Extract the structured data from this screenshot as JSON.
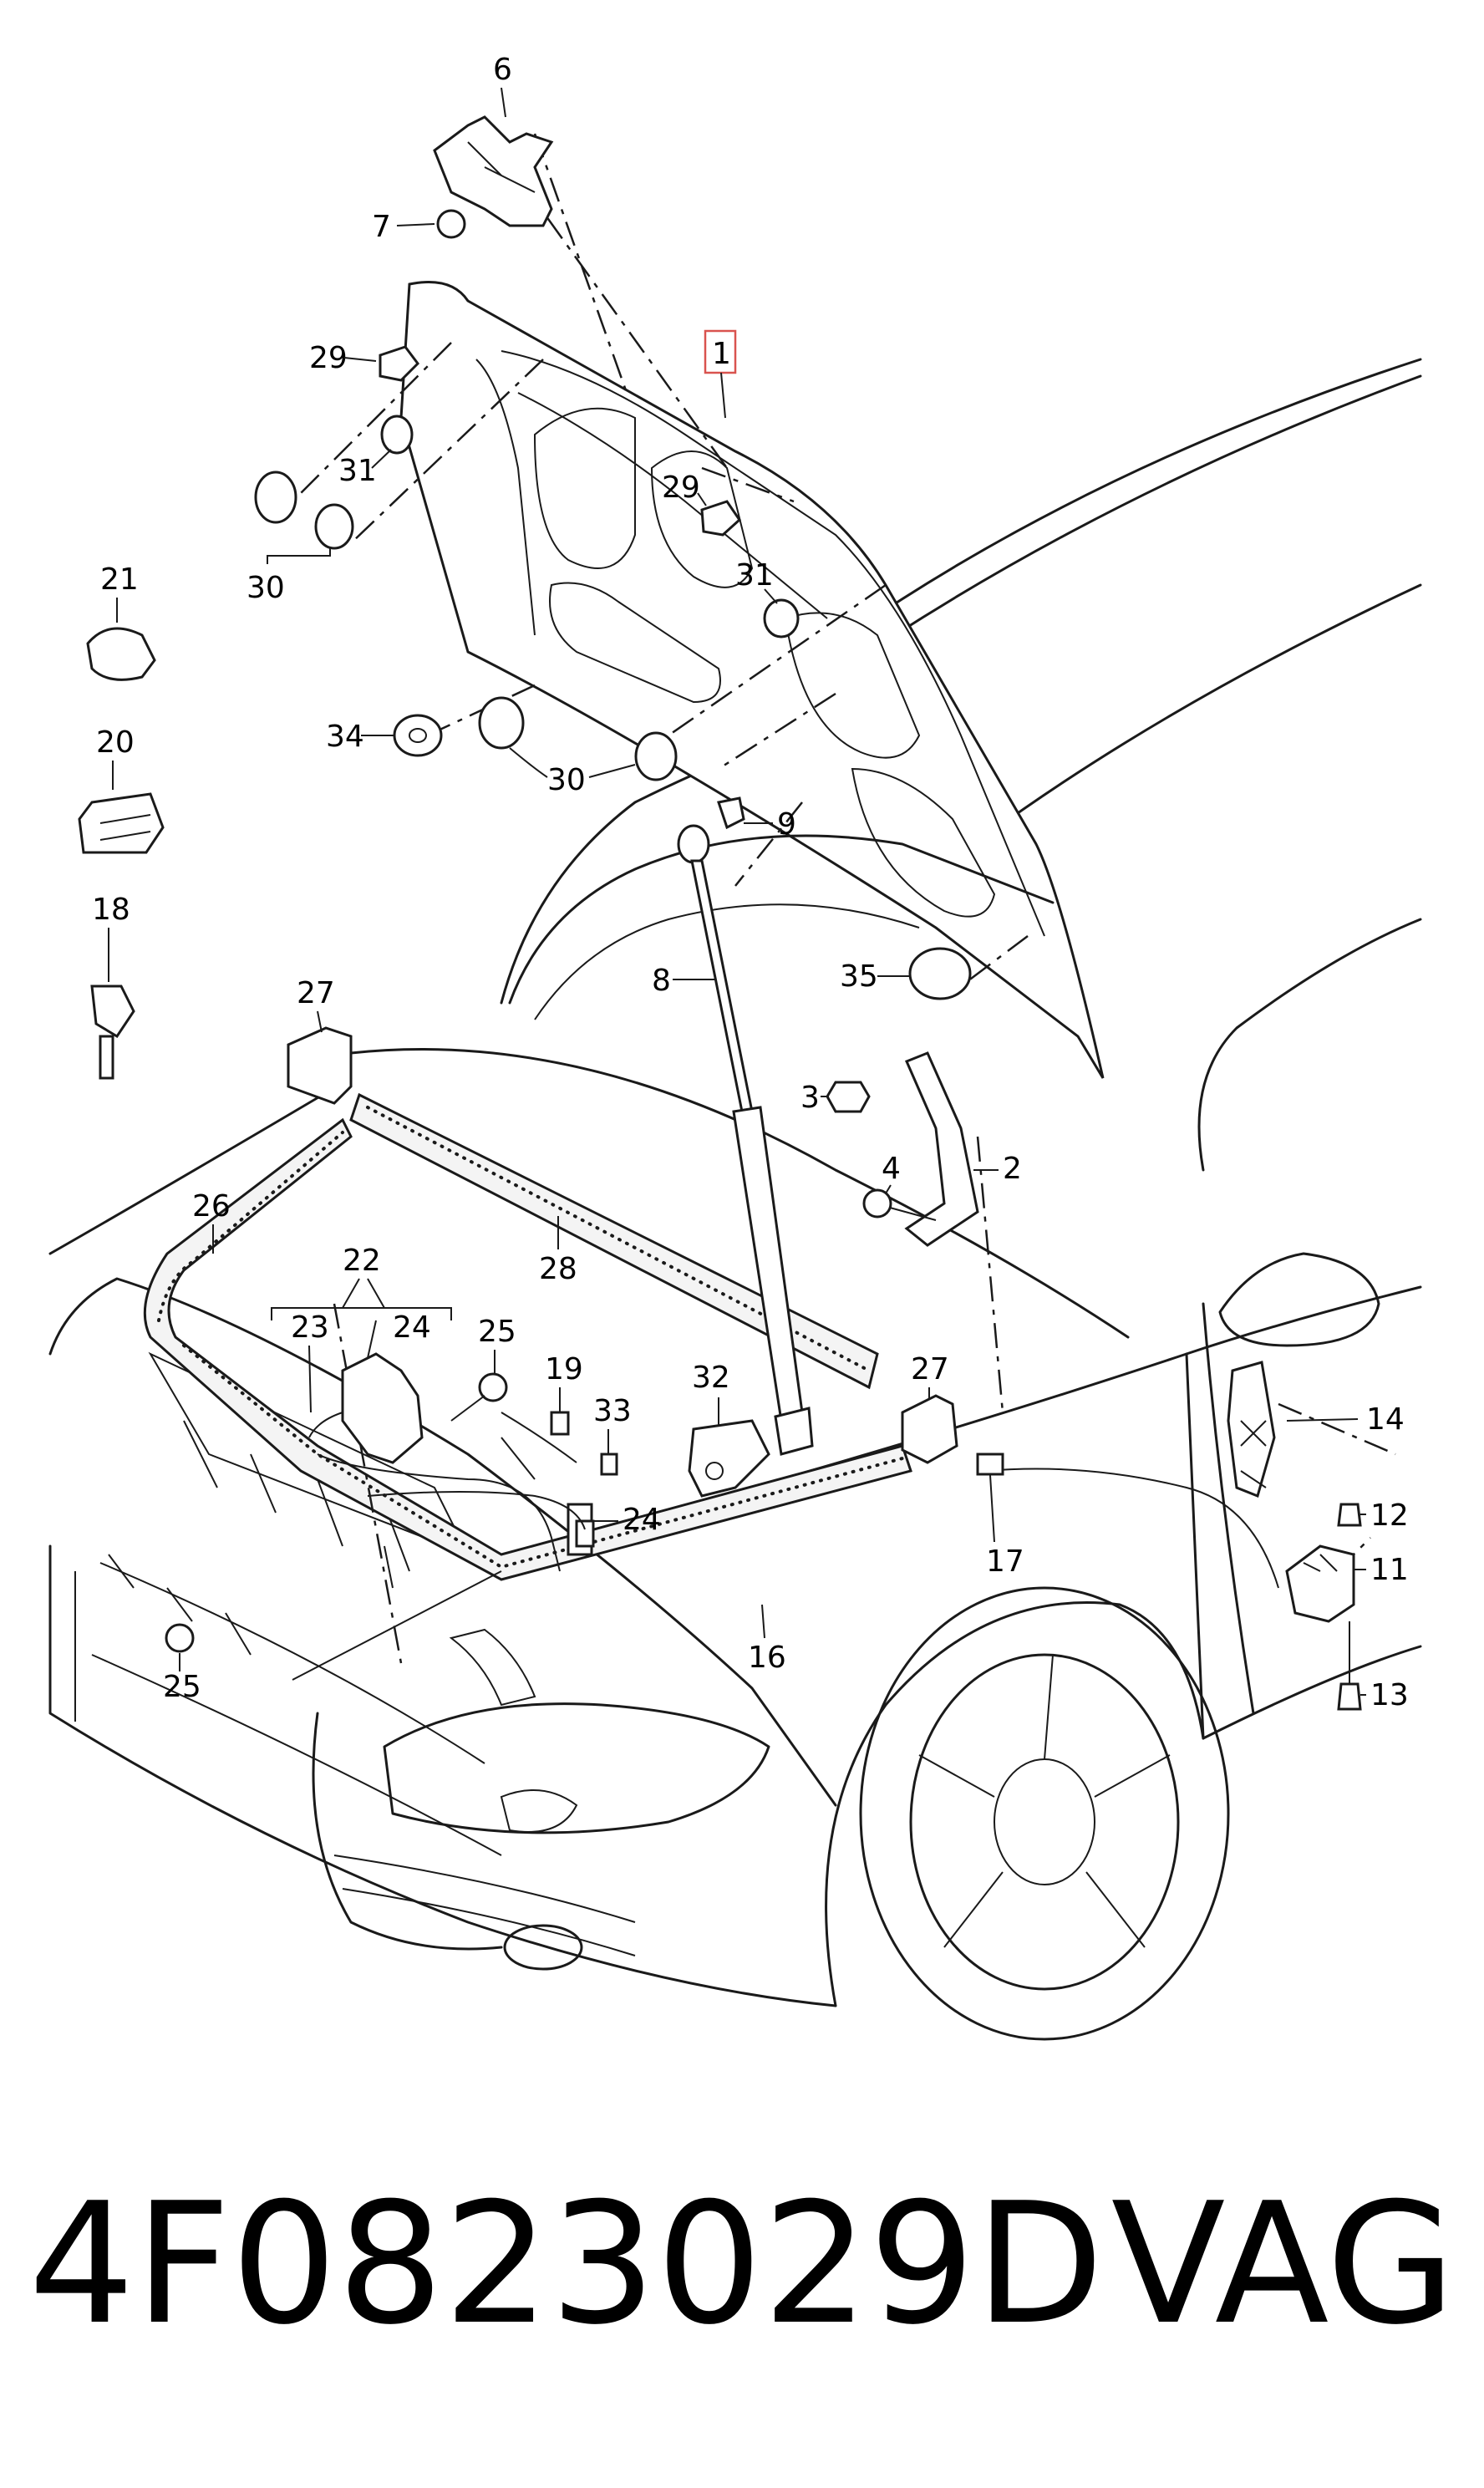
{
  "caption": {
    "part_number": "4F0823029D",
    "brand": "VAG"
  },
  "highlight_color": "#d9534f",
  "callouts": {
    "c1": "1",
    "c2": "2",
    "c3": "3",
    "c4": "4",
    "c6": "6",
    "c7": "7",
    "c8": "8",
    "c9": "9",
    "c11": "11",
    "c12": "12",
    "c13": "13",
    "c14": "14",
    "c16": "16",
    "c17": "17",
    "c18": "18",
    "c19": "19",
    "c20": "20",
    "c21": "21",
    "c22": "22",
    "c23": "23",
    "c24a": "24",
    "c24b": "24",
    "c25a": "25",
    "c25b": "25",
    "c26": "26",
    "c27a": "27",
    "c27b": "27",
    "c28": "28",
    "c29a": "29",
    "c29b": "29",
    "c30a": "30",
    "c30b": "30",
    "c31a": "31",
    "c31b": "31",
    "c32": "32",
    "c33": "33",
    "c34": "34",
    "c35": "35"
  }
}
